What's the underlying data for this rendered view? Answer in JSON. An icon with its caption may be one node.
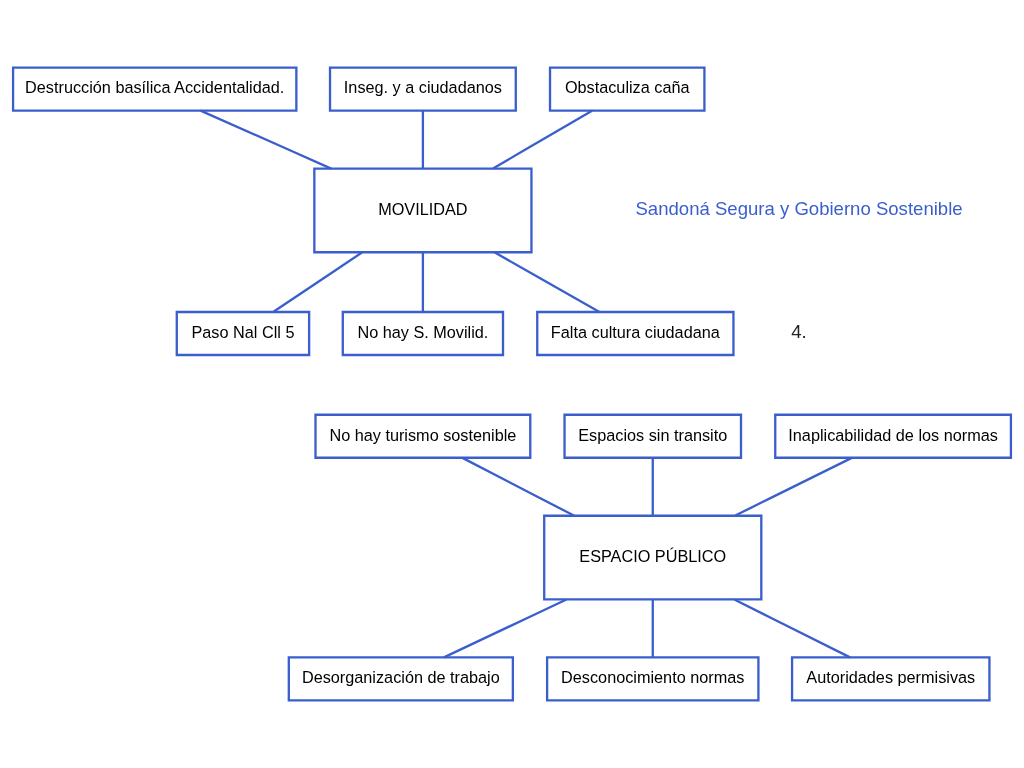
{
  "diagram": {
    "nodes": [
      {
        "text": [
          "Destrucción basílica Accidentalidad."
        ]
      },
      {
        "text": [
          "Inseg. y a ciudadanos"
        ]
      },
      {
        "text": [
          "Obstaculiza caña"
        ]
      },
      {
        "text": [
          "MOVILIDAD"
        ]
      },
      {
        "text": [
          "Paso Nal Cll 5"
        ]
      },
      {
        "text": [
          "No hay S. Movilid."
        ]
      },
      {
        "text": [
          "Falta cultura ciudadana"
        ]
      },
      {
        "text": [
          "Espacios sin transito"
        ]
      },
      {
        "text": [
          "No hay turismo sostenible"
        ]
      },
      {
        "text": [
          "Inaplicabilidad de los normas"
        ]
      },
      {
        "text": [
          "ESPACIO PÚBLICO"
        ]
      },
      {
        "text": [
          "Desorganización de trabajo"
        ]
      },
      {
        "text": [
          "Desconocimiento normas"
        ]
      },
      {
        "text": [
          "Autoridades permisivas"
        ]
      }
    ],
    "edges": [
      {
        "from": 0,
        "to": 3,
        "arrow": "none"
      },
      {
        "from": 1,
        "to": 3,
        "arrow": "none"
      },
      {
        "from": 2,
        "to": 3,
        "arrow": "none"
      },
      {
        "from": 3,
        "to": 4,
        "arrow": "none"
      },
      {
        "from": 3,
        "to": 5,
        "arrow": "none"
      },
      {
        "from": 3,
        "to": 6,
        "arrow": "none"
      },
      {
        "from": 7,
        "to": 10,
        "arrow": "none"
      },
      {
        "from": 8,
        "to": 10,
        "arrow": "none"
      },
      {
        "from": 9,
        "to": 10,
        "arrow": "none"
      },
      {
        "from": 10,
        "to": 11,
        "arrow": "none"
      },
      {
        "from": 10,
        "to": 12,
        "arrow": "none"
      },
      {
        "from": 10,
        "to": 13,
        "arrow": "none"
      }
    ],
    "labels": [
      "Sandoná Segura y Gobierno Sostenible",
      "4."
    ]
  }
}
